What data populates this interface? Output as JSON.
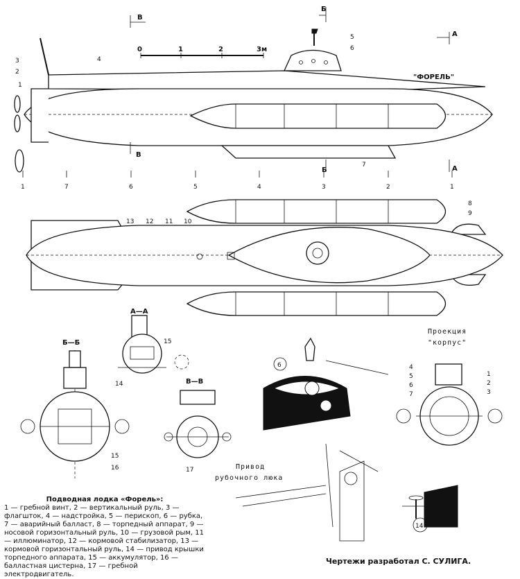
{
  "boat_name": "\"ФОРЕЛЬ\"",
  "scale": {
    "ticks": [
      "0",
      "1",
      "2",
      "3м"
    ]
  },
  "sections": {
    "b": "В",
    "bsec": "Б",
    "a": "А",
    "aa": "А—А",
    "bb": "Б—Б",
    "vv": "В—В"
  },
  "frame_numbers": [
    "1",
    "7",
    "6",
    "5",
    "4",
    "3",
    "2",
    "1"
  ],
  "callouts": [
    "1",
    "2",
    "3",
    "4",
    "5",
    "6",
    "7",
    "8",
    "9",
    "10",
    "11",
    "12",
    "13",
    "14",
    "15",
    "16",
    "17"
  ],
  "projection_label_1": "Проекция",
  "projection_label_2": "\"корпус\"",
  "hatch_label_1": "Привод",
  "hatch_label_2": "рубочного люка",
  "legend_title": "Подводная лодка «Форель»:",
  "legend_text": "1 — гребной винт, 2 — вертикальный руль, 3 — флагшток, 4 — надстройка, 5 — перископ, 6 — рубка, 7 — аварийный балласт, 8 — торпедный аппарат, 9 — носовой горизонтальный руль, 10 — грузовой рым, 11 — иллюминатор, 12 — кормовой стабилизатор, 13 — кормовой горизонтальный руль, 14 — привод крышки торпедного аппарата, 15 — аккумулятор, 16 — балластная цистерна, 17 — гребной электродвигатель.",
  "credit": "Чертежи разработал С. СУЛИГА."
}
